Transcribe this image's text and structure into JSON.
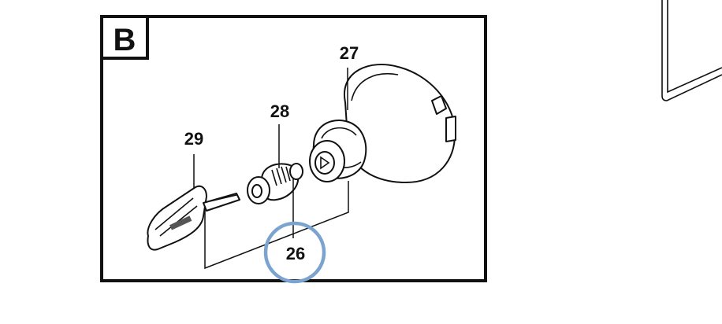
{
  "figure": {
    "section_label": "B",
    "callouts": [
      {
        "id": "c27",
        "text": "27"
      },
      {
        "id": "c28",
        "text": "28"
      },
      {
        "id": "c29",
        "text": "29"
      },
      {
        "id": "c26",
        "text": "26"
      }
    ],
    "highlight_color": "#7aa4cf"
  }
}
